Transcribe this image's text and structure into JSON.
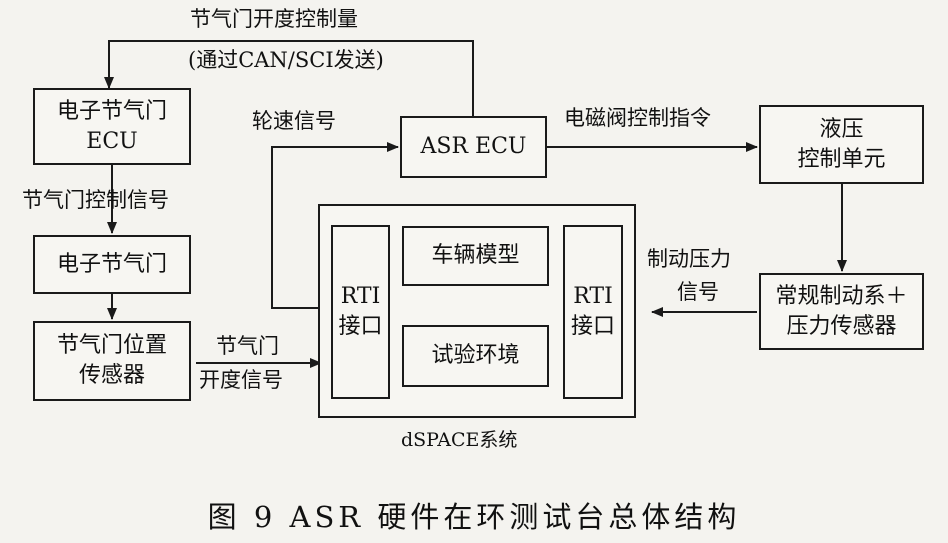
{
  "nodes": {
    "throttle_ecu": [
      "电子节气门",
      "ECU"
    ],
    "throttle": [
      "电子节气门"
    ],
    "position_sensor": [
      "节气门位置",
      "传感器"
    ],
    "asr_ecu": [
      "ASR ECU"
    ],
    "hydraulic_unit": [
      "液压",
      "控制单元"
    ],
    "brake_system": [
      "常规制动系＋",
      "压力传感器"
    ],
    "rti_left": [
      "RTI",
      "接口"
    ],
    "vehicle_model": [
      "车辆模型"
    ],
    "test_env": [
      "试验环境"
    ],
    "rti_right": [
      "RTI",
      "接口"
    ]
  },
  "labels": {
    "throttle_cmd_1": "节气门开度控制量",
    "throttle_cmd_2": "(通过CAN/SCI发送)",
    "throttle_ctrl_signal": "节气门控制信号",
    "wheel_speed": "轮速信号",
    "solenoid_cmd": "电磁阀控制指令",
    "opening_1": "节气门",
    "opening_2": "开度信号",
    "brake_pressure_1": "制动压力",
    "brake_pressure_2": "信号",
    "dspace": "dSPACE系统"
  },
  "caption": "图 9   ASR 硬件在环测试台总体结构"
}
